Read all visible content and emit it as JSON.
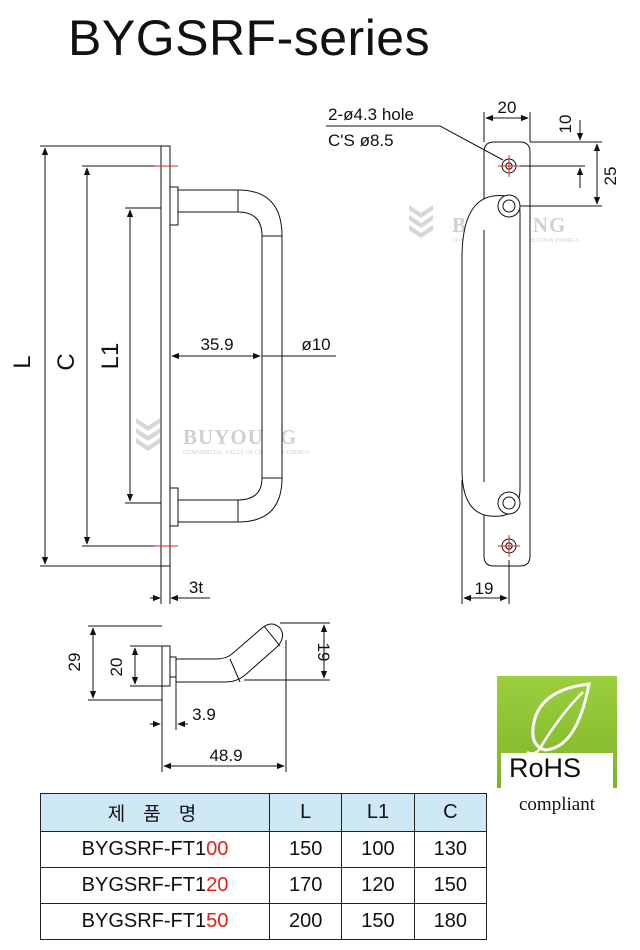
{
  "title": "BYGSRF-series",
  "watermark": {
    "brand": "BUYOUNG",
    "slogan": "COMMERCIAL VALUE OF CREATION ENERGY"
  },
  "front_view": {
    "label_L": "L",
    "label_C": "C",
    "label_L1": "L1",
    "dim_offset": "35.9",
    "dim_diameter": "ø10",
    "dim_thickness": "3t"
  },
  "side_view": {
    "hole_note_line1": "2-ø4.3 hole",
    "hole_note_line2": "C'S ø8.5",
    "dim_width": "20",
    "dim_edge": "10",
    "dim_pitch": "25",
    "dim_base": "19"
  },
  "top_view": {
    "dim_height_outer": "29",
    "dim_height_inner": "20",
    "dim_rise": "19",
    "dim_base": "3.9",
    "dim_depth": "48.9"
  },
  "table": {
    "headers": [
      "제 품 명",
      "L",
      "L1",
      "C"
    ],
    "rows": [
      {
        "model_prefix": "BYGSRF-FT1",
        "model_suffix": "00",
        "L": "150",
        "L1": "100",
        "C": "130"
      },
      {
        "model_prefix": "BYGSRF-FT1",
        "model_suffix": "20",
        "L": "170",
        "L1": "120",
        "C": "150"
      },
      {
        "model_prefix": "BYGSRF-FT1",
        "model_suffix": "50",
        "L": "200",
        "L1": "150",
        "C": "180"
      }
    ]
  },
  "rohs": {
    "label": "RoHS",
    "caption": "compliant"
  },
  "colors": {
    "accent_red": "#e0241b",
    "table_header": "#cfe8f6",
    "rohs_green": "#8cc234"
  }
}
